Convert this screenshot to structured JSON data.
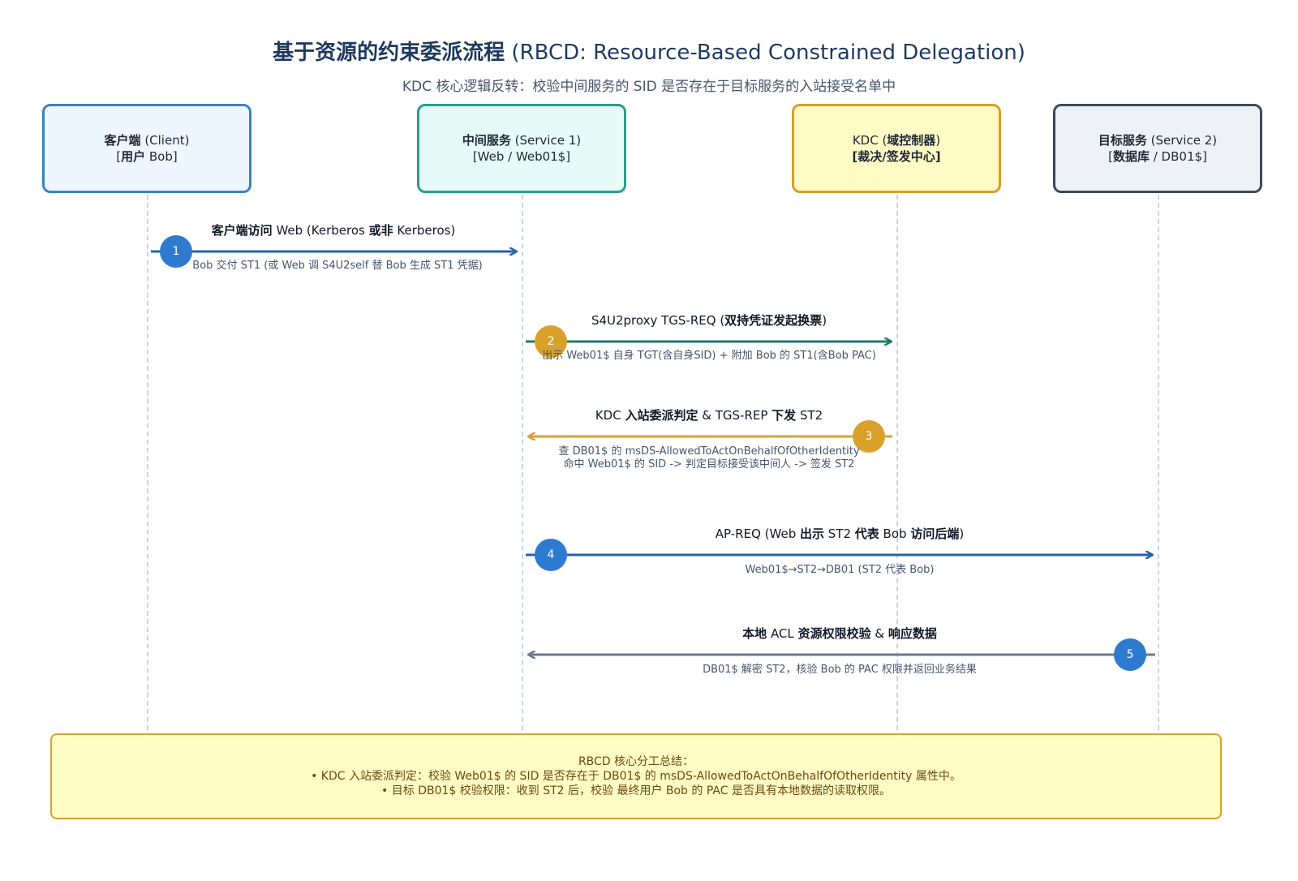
{
  "title": {
    "bold": "基于资源的约束委派流程",
    "rest": " (RBCD: Resource-Based Constrained Delegation)"
  },
  "subtitle": "KDC 核心逻辑反转：校验中间服务的 SID 是否存在于目标服务的入站接受名单中",
  "actors": [
    {
      "name_bold": "客户端",
      "name_rest": " (Client)",
      "line2_a": "[",
      "line2_bold": "用户",
      "line2_b": " Bob]"
    },
    {
      "name_bold": "中间服务",
      "name_rest": " (Service 1)",
      "line2": "[Web / Web01$]"
    },
    {
      "name_a": "KDC (",
      "name_bold": "域控制器",
      "name_b": ")",
      "line2": "[裁决/签发中心]"
    },
    {
      "name_bold": "目标服务",
      "name_rest": " (Service 2)",
      "line2_a": "[",
      "line2_bold": "数据库",
      "line2_b": " / DB01$]"
    }
  ],
  "messages": [
    {
      "step": "1",
      "label_bold": "客户端访问",
      "label_mid": " Web (Kerberos ",
      "label_bold2": "或非",
      "label_end": " Kerberos)",
      "sub": "Bob 交付 ST1 (或 Web 调 S4U2self 替 Bob 生成 ST1 凭据)"
    },
    {
      "step": "2",
      "label_a": "S4U2proxy TGS-REQ (",
      "label_bold": "双持凭证发起换票",
      "label_b": ")",
      "sub": "出示 Web01$ 自身 TGT(含自身SID) + 附加 Bob 的 ST1(含Bob PAC)"
    },
    {
      "step": "3",
      "label_a": "KDC ",
      "label_bold": "入站委派判定",
      "label_mid": " & TGS-REP ",
      "label_bold2": "下发",
      "label_end": " ST2",
      "sub1": "查 DB01$ 的 msDS-AllowedToActOnBehalfOfOtherIdentity",
      "sub2": "命中 Web01$ 的 SID -> 判定目标接受该中间人 -> 签发 ST2"
    },
    {
      "step": "4",
      "label_a": "AP-REQ (Web ",
      "label_bold": "出示",
      "label_mid": " ST2 ",
      "label_bold2": "代表",
      "label_mid2": " Bob ",
      "label_bold3": "访问后端",
      "label_end": ")",
      "sub": "Web01$→ST2→DB01 (ST2 代表 Bob)"
    },
    {
      "step": "5",
      "label_bold": "本地",
      "label_mid": " ACL ",
      "label_bold2": "资源权限校验",
      "label_mid2": " & ",
      "label_bold3": "响应数据",
      "sub": "DB01$ 解密 ST2，核验 Bob 的 PAC 权限并返回业务结果"
    }
  ],
  "summary": {
    "title": "RBCD 核心分工总结：",
    "line1": "• KDC 入站委派判定：校验 Web01$ 的 SID 是否存在于 DB01$ 的 msDS-AllowedToActOnBehalfOfOtherIdentity 属性中。",
    "line2": "• 目标 DB01$ 校验权限：收到 ST2 后，校验 最终用户 Bob 的 PAC 是否具有本地数据的读取权限。"
  },
  "colors": {
    "blue_arrow": "#2563a8",
    "teal_arrow": "#1f7a70",
    "gold_arrow": "#d9a12c",
    "gray_arrow": "#6b7a8c"
  }
}
